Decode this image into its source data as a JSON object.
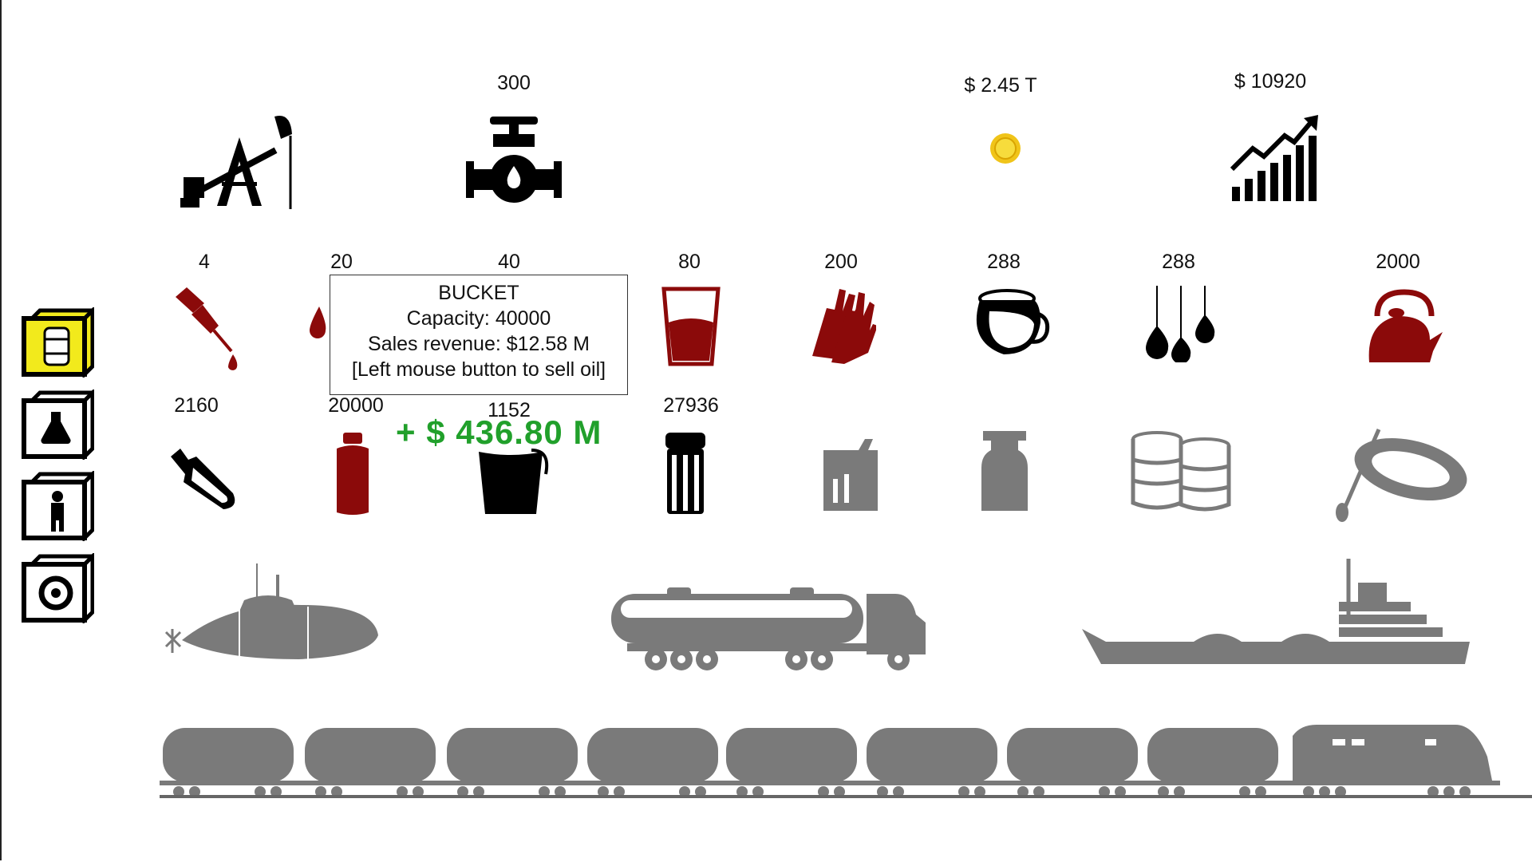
{
  "top_stats": {
    "pipe_count": "300",
    "money": "$ 2.45 T",
    "price": "$ 10920"
  },
  "containers_row1": [
    {
      "name": "dropper",
      "count": "4"
    },
    {
      "name": "drop",
      "count": "20"
    },
    {
      "name": "bucket-hidden",
      "count": "40"
    },
    {
      "name": "glass",
      "count": "80"
    },
    {
      "name": "gloves",
      "count": "200"
    },
    {
      "name": "pot",
      "count": "288"
    },
    {
      "name": "drops",
      "count": "288"
    },
    {
      "name": "kettle",
      "count": "2000"
    }
  ],
  "containers_row2": [
    {
      "name": "bag",
      "count": "2160"
    },
    {
      "name": "bottle",
      "count": "20000"
    },
    {
      "name": "bucket",
      "count": "1152"
    },
    {
      "name": "canister",
      "count": "27936"
    }
  ],
  "tooltip": {
    "title": "BUCKET",
    "capacity": "Capacity: 40000",
    "revenue": "Sales revenue: $12.58 M",
    "hint": "[Left mouse button to sell oil]"
  },
  "gain_popup": "+ $ 436.80 M",
  "colors": {
    "oil_red": "#8b0a0a",
    "locked_gray": "#7a7a7a",
    "active_yellow": "#f2ea1c",
    "gain_green": "#21a02b",
    "coin_gold": "#f0c419"
  }
}
